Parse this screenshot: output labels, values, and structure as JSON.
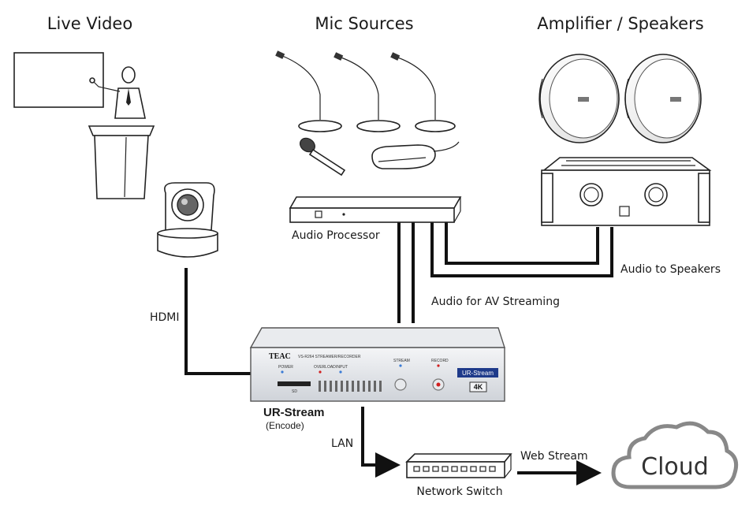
{
  "headings": {
    "live_video": "Live Video",
    "mic_sources": "Mic Sources",
    "amplifier_speakers": "Amplifier / Speakers"
  },
  "labels": {
    "audio_processor": "Audio Processor",
    "audio_to_speakers": "Audio to Speakers",
    "audio_for_av": "Audio for AV Streaming",
    "hdmi": "HDMI",
    "lan": "LAN",
    "network_switch": "Network Switch",
    "web_stream": "Web Stream",
    "cloud": "Cloud",
    "device_name": "UR-Stream",
    "device_sub": "(Encode)"
  },
  "device_panel": {
    "brand": "TEAC",
    "model": "VS-R264 STREAMER/RECORDER",
    "power": "POWER",
    "overload": "OVERLOAD",
    "input": "INPUT",
    "stream": "STREAM",
    "record": "RECORD",
    "badge": "UR-Stream",
    "resolution": "4K",
    "sd": "SD"
  },
  "colors": {
    "device_badge": "#1e3a8a",
    "record_led": "#d11f1f",
    "power_led": "#3a7bd5",
    "cable": "#111111"
  }
}
